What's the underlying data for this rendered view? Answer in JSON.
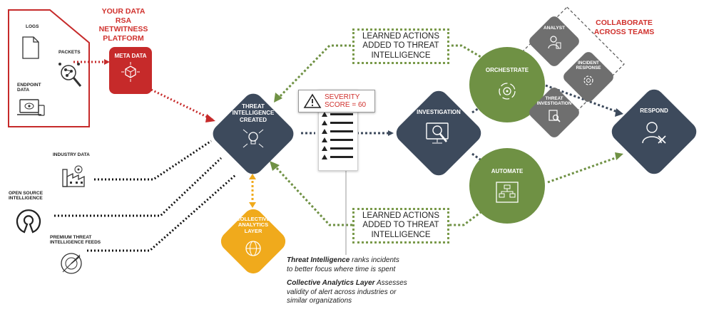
{
  "header": {
    "your_data_line1": "YOUR DATA",
    "your_data_line2": "RSA NETWITNESS",
    "your_data_line3": "PLATFORM",
    "collaborate_line1": "COLLABORATE",
    "collaborate_line2": "ACROSS TEAMS"
  },
  "sources": {
    "logs": "LOGS",
    "packets": "PACKETS",
    "endpoint_line1": "ENDPOINT",
    "endpoint_line2": "DATA",
    "industry": "INDUSTRY DATA",
    "open_source_line1": "OPEN SOURCE",
    "open_source_line2": "INTELLIGENCE",
    "premium_line1": "PREMIUM THREAT",
    "premium_line2": "INTELLIGENCE FEEDS"
  },
  "nodes": {
    "meta_data": "META DATA",
    "threat_line1": "THREAT",
    "threat_line2": "INTELLIGENCE",
    "threat_line3": "CREATED",
    "investigation": "INVESTIGATION",
    "orchestrate": "ORCHESTRATE",
    "automate": "AUTOMATE",
    "respond": "RESPOND",
    "collective_line1": "COLLECTIVE",
    "collective_line2": "ANALYTICS",
    "collective_line3": "LAYER",
    "analyst": "ANALYST",
    "incident_line1": "INCIDENT",
    "incident_line2": "RESPONSE",
    "threat_inv_line1": "THREAT",
    "threat_inv_line2": "INVESTIGATION"
  },
  "severity": {
    "line1": "SEVERITY",
    "line2": "SCORE = 60"
  },
  "learned_top": {
    "line1": "LEARNED ACTIONS",
    "line2": "ADDED TO THREAT",
    "line3": "INTELLIGENCE"
  },
  "learned_bottom": {
    "line1": "LEARNED ACTIONS",
    "line2": "ADDED TO THREAT",
    "line3": "INTELLIGENCE"
  },
  "captions": {
    "ti_bold": "Threat Intelligence",
    "ti_rest1": " ranks incidents",
    "ti_rest2": "to better focus where time is spent",
    "cal_bold": "Collective Analytics Layer",
    "cal_rest1": " Assesses",
    "cal_rest2": "validity of alert across industries or",
    "cal_rest3": "similar organizations"
  },
  "colors": {
    "navy": "#3d4a5c",
    "green": "#6f9144",
    "grey": "#6f6f6f",
    "red": "#c62a2a",
    "yellow": "#f0aa1c"
  }
}
